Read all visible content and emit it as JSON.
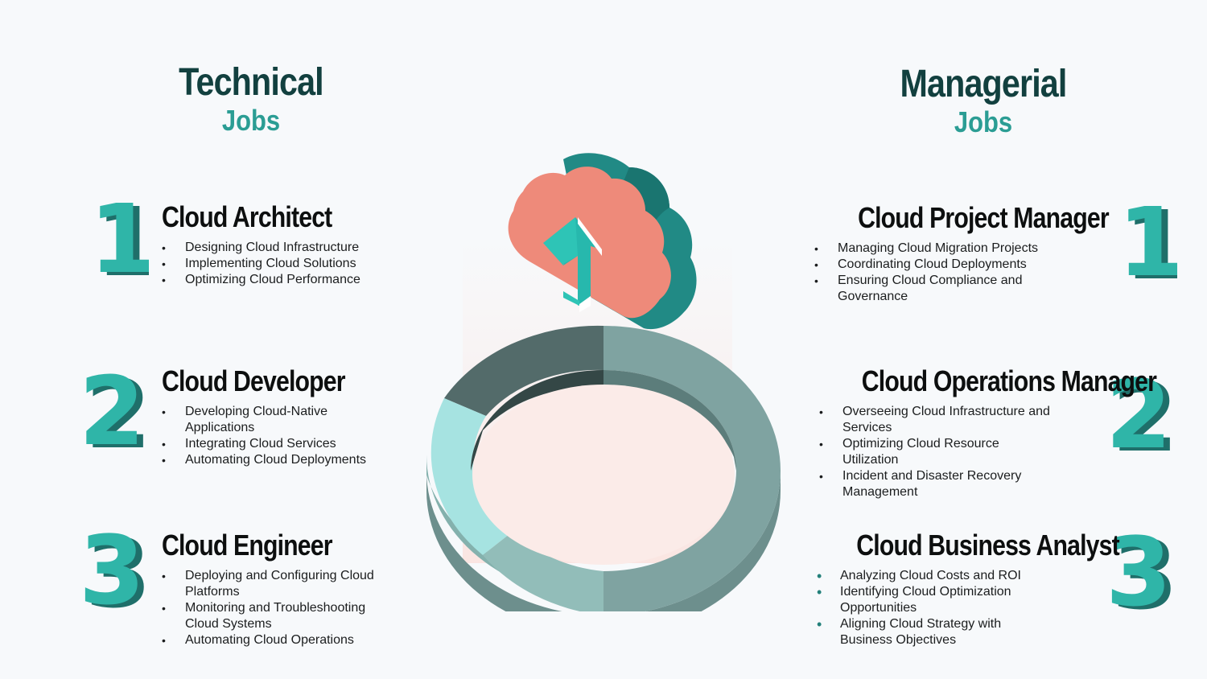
{
  "left_heading": {
    "line1": "Technical",
    "line2": "Jobs"
  },
  "right_heading": {
    "line1": "Managerial",
    "line2": "Jobs"
  },
  "numbers": [
    "1",
    "2",
    "3"
  ],
  "technical_jobs": [
    {
      "title": "Cloud Architect",
      "items": [
        "Designing Cloud Infrastructure",
        "Implementing Cloud Solutions",
        "Optimizing Cloud Performance"
      ]
    },
    {
      "title": "Cloud Developer",
      "items": [
        "Developing Cloud-Native Applications",
        "Integrating Cloud Services",
        "Automating Cloud Deployments"
      ]
    },
    {
      "title": "Cloud Engineer",
      "items": [
        "Deploying and Configuring Cloud Platforms",
        "Monitoring and Troubleshooting Cloud Systems",
        "Automating Cloud Operations"
      ]
    }
  ],
  "managerial_jobs": [
    {
      "title": "Cloud Project Manager",
      "items": [
        "Managing Cloud Migration Projects",
        "Coordinating Cloud Deployments",
        "Ensuring Cloud Compliance and Governance"
      ]
    },
    {
      "title": "Cloud Operations Manager",
      "items": [
        "Overseeing Cloud Infrastructure and Services",
        "Optimizing Cloud Resource Utilization",
        "Incident and Disaster Recovery Management"
      ]
    },
    {
      "title": "Cloud Business Analyst",
      "items": [
        "Analyzing Cloud Costs and ROI",
        "Identifying Cloud Optimization Opportunities",
        "Aligning Cloud Strategy with Business Objectives"
      ]
    }
  ],
  "icons": {
    "center": "cloud-upload-icon",
    "ring": "ring-diagram-icon"
  },
  "colors": {
    "dark_teal": "#12403f",
    "teal": "#2b9d94",
    "salmon": "#ee8a7a",
    "ring_light": "#a6e3e1",
    "ring_grey": "#7fa3a1",
    "ring_dark": "#536b6a"
  }
}
